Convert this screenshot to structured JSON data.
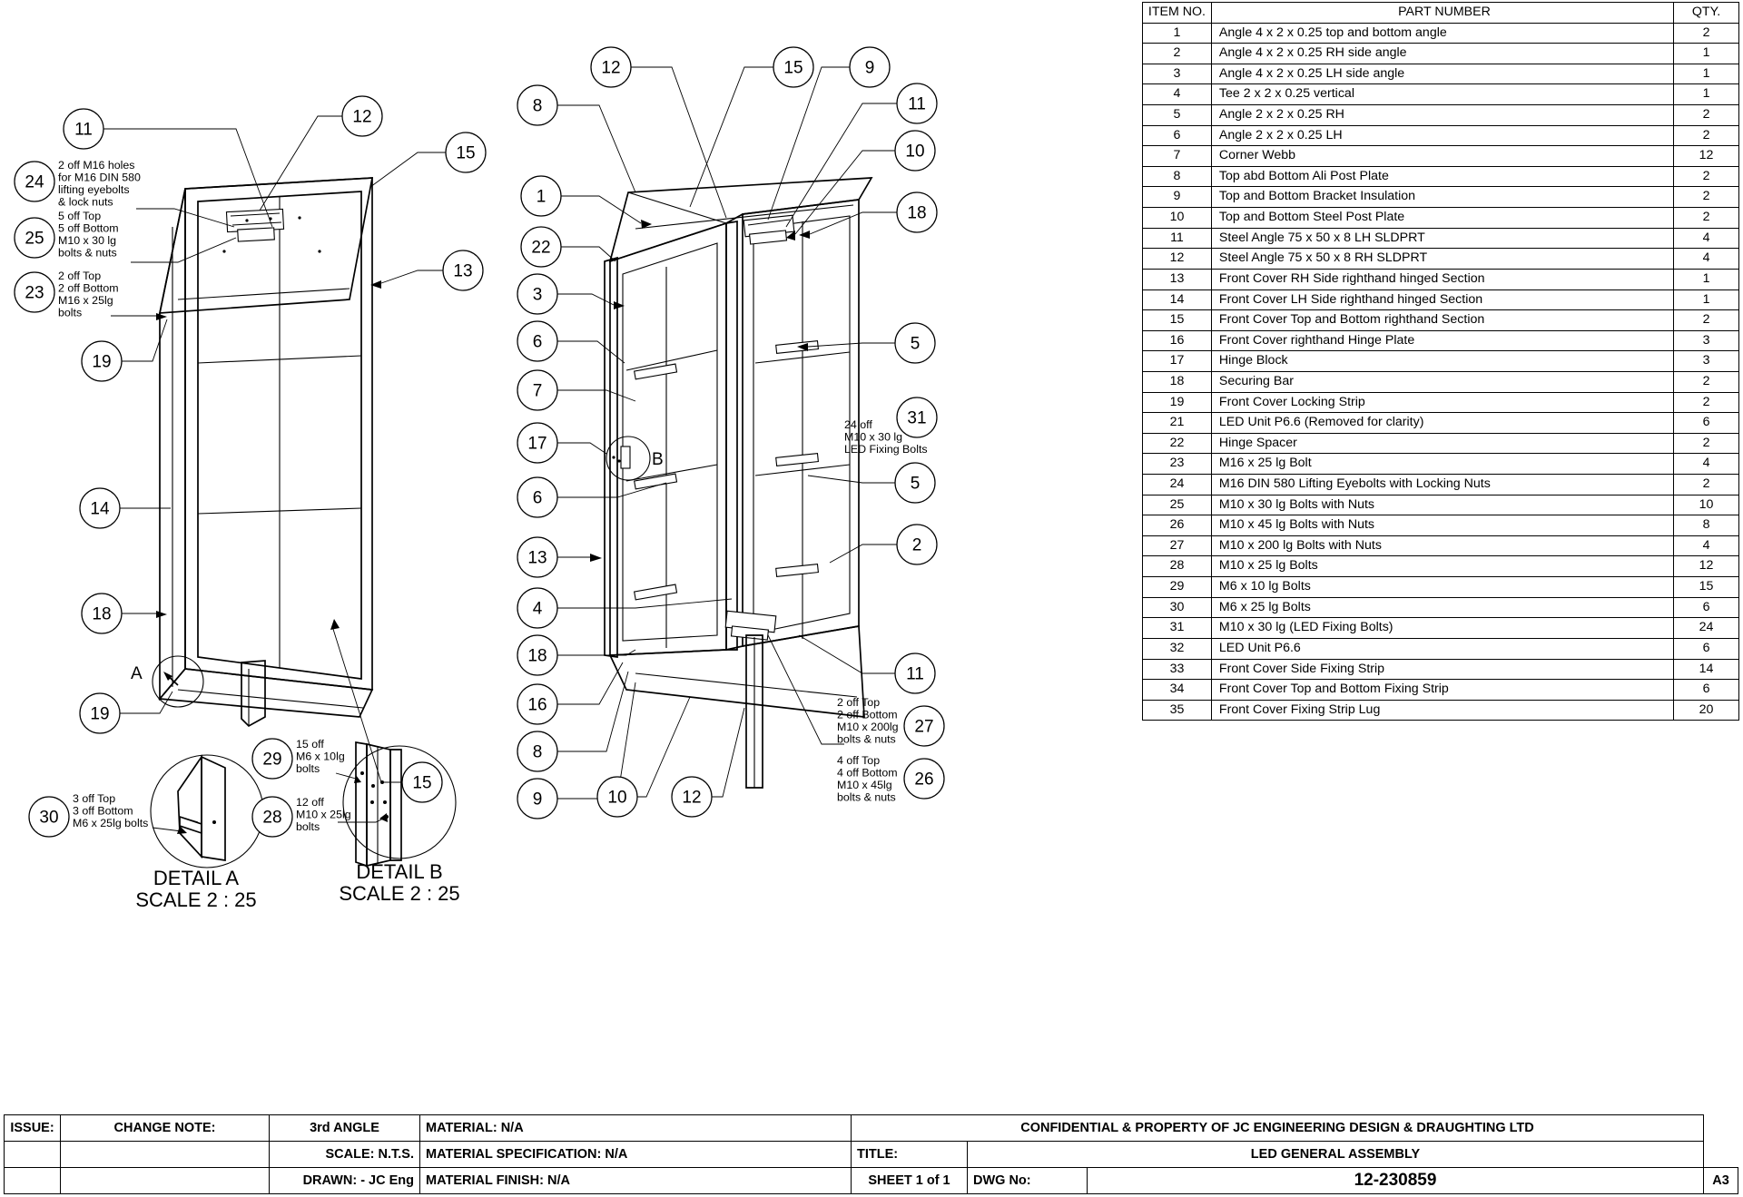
{
  "bom": {
    "headers": {
      "item": "ITEM NO.",
      "part": "PART NUMBER",
      "qty": "QTY."
    },
    "rows": [
      {
        "item": "1",
        "part": "Angle 4 x 2 x 0.25 top and bottom angle",
        "qty": "2"
      },
      {
        "item": "2",
        "part": "Angle 4 x 2 x 0.25 RH side angle",
        "qty": "1"
      },
      {
        "item": "3",
        "part": "Angle 4 x 2 x 0.25 LH side angle",
        "qty": "1"
      },
      {
        "item": "4",
        "part": "Tee 2 x 2 x 0.25 vertical",
        "qty": "1"
      },
      {
        "item": "5",
        "part": "Angle 2 x 2 x 0.25 RH",
        "qty": "2"
      },
      {
        "item": "6",
        "part": "Angle 2 x 2 x 0.25 LH",
        "qty": "2"
      },
      {
        "item": "7",
        "part": "Corner Webb",
        "qty": "12"
      },
      {
        "item": "8",
        "part": "Top abd Bottom Ali Post Plate",
        "qty": "2"
      },
      {
        "item": "9",
        "part": "Top and Bottom Bracket Insulation",
        "qty": "2"
      },
      {
        "item": "10",
        "part": "Top and Bottom Steel Post Plate",
        "qty": "2"
      },
      {
        "item": "11",
        "part": "Steel Angle 75 x 50 x 8 LH SLDPRT",
        "qty": "4"
      },
      {
        "item": "12",
        "part": "Steel Angle 75 x 50 x 8 RH SLDPRT",
        "qty": "4"
      },
      {
        "item": "13",
        "part": "Front Cover RH Side righthand hinged Section",
        "qty": "1"
      },
      {
        "item": "14",
        "part": "Front Cover LH Side righthand hinged Section",
        "qty": "1"
      },
      {
        "item": "15",
        "part": "Front Cover Top and Bottom righthand Section",
        "qty": "2"
      },
      {
        "item": "16",
        "part": "Front Cover righthand Hinge Plate",
        "qty": "3"
      },
      {
        "item": "17",
        "part": "Hinge Block",
        "qty": "3"
      },
      {
        "item": "18",
        "part": "Securing Bar",
        "qty": "2"
      },
      {
        "item": "19",
        "part": "Front Cover Locking Strip",
        "qty": "2"
      },
      {
        "item": "21",
        "part": "LED Unit P6.6 (Removed for clarity)",
        "qty": "6"
      },
      {
        "item": "22",
        "part": "Hinge Spacer",
        "qty": "2"
      },
      {
        "item": "23",
        "part": "M16 x 25 lg Bolt",
        "qty": "4"
      },
      {
        "item": "24",
        "part": "M16 DIN 580 Lifting Eyebolts  with Locking Nuts",
        "qty": "2"
      },
      {
        "item": "25",
        "part": "M10 x 30 lg Bolts with Nuts",
        "qty": "10"
      },
      {
        "item": "26",
        "part": "M10 x 45 lg Bolts with Nuts",
        "qty": "8"
      },
      {
        "item": "27",
        "part": "M10 x 200 lg Bolts with Nuts",
        "qty": "4"
      },
      {
        "item": "28",
        "part": "M10 x 25 lg Bolts",
        "qty": "12"
      },
      {
        "item": "29",
        "part": "M6 x 10 lg Bolts",
        "qty": "15"
      },
      {
        "item": "30",
        "part": "M6 x 25 lg Bolts",
        "qty": "6"
      },
      {
        "item": "31",
        "part": "M10 x 30 lg (LED Fixing Bolts)",
        "qty": "24"
      },
      {
        "item": "32",
        "part": "LED Unit P6.6",
        "qty": "6"
      },
      {
        "item": "33",
        "part": "Front Cover Side Fixing Strip",
        "qty": "14"
      },
      {
        "item": "34",
        "part": "Front Cover Top and Bottom Fixing Strip",
        "qty": "6"
      },
      {
        "item": "35",
        "part": "Front Cover Fixing Strip Lug",
        "qty": "20"
      }
    ]
  },
  "title_block": {
    "issue_label": "ISSUE:",
    "change_note_label": "CHANGE NOTE:",
    "angle": "3rd ANGLE",
    "scale": "SCALE: N.T.S.",
    "drawn": "DRAWN: - JC Eng",
    "material": "MATERIAL:  N/A",
    "material_specification": "MATERIAL SPECIFICATION:  N/A",
    "material_finish": "MATERIAL FINISH:  N/A",
    "confidential": "CONFIDENTIAL & PROPERTY OF JC ENGINEERING DESIGN & DRAUGHTING LTD",
    "title_label": "TITLE:",
    "title_value": "LED GENERAL ASSEMBLY",
    "sheet": "SHEET 1 of 1",
    "dwg_label": "DWG No:",
    "dwg_no": "12-230859",
    "paper_size": "A3"
  },
  "left_view": {
    "balloons": [
      "11",
      "12",
      "15",
      "24",
      "25",
      "23",
      "13",
      "19",
      "14",
      "18",
      "15",
      "19"
    ],
    "notes": {
      "n24": [
        "2 off M16 holes",
        "for M16 DIN 580",
        "lifting eyebolts",
        "& lock nuts"
      ],
      "n25": [
        "5 off Top",
        "5 off Bottom",
        "M10 x 30 lg",
        "bolts & nuts"
      ],
      "n23": [
        "2 off Top",
        "2 off Bottom",
        "M16 x 25lg",
        "bolts"
      ]
    },
    "section_mark": "A"
  },
  "mid_view": {
    "balloons": [
      "12",
      "15",
      "9",
      "8",
      "11",
      "10",
      "1",
      "18",
      "22",
      "3",
      "6",
      "7",
      "5",
      "17",
      "6",
      "5",
      "13",
      "2",
      "4",
      "18",
      "31",
      "16",
      "8",
      "9",
      "10",
      "12",
      "11",
      "27",
      "26"
    ],
    "notes": {
      "n31": [
        "24 off",
        "M10 x 30 lg",
        "LED Fixing Bolts"
      ],
      "n27": [
        "2 off Top",
        "2 off Bottom",
        "M10 x 200lg",
        "bolts & nuts"
      ],
      "n26": [
        "4 off Top",
        "4 off Bottom",
        "M10 x 45lg",
        "bolts & nuts"
      ]
    },
    "section_mark": "B"
  },
  "detail_a": {
    "title": "DETAIL A",
    "scale": "SCALE 2 : 25",
    "balloon": "30",
    "note": [
      "3 off Top",
      "3 off Bottom",
      "M6 x 25lg bolts"
    ]
  },
  "detail_b": {
    "title": "DETAIL B",
    "scale": "SCALE 2 : 25",
    "balloon_29": "29",
    "note_29": [
      "15 off",
      "M6 x 10lg",
      "bolts"
    ],
    "balloon_28": "28",
    "note_28": [
      "12 off",
      "M10 x 25lg",
      "bolts"
    ]
  }
}
